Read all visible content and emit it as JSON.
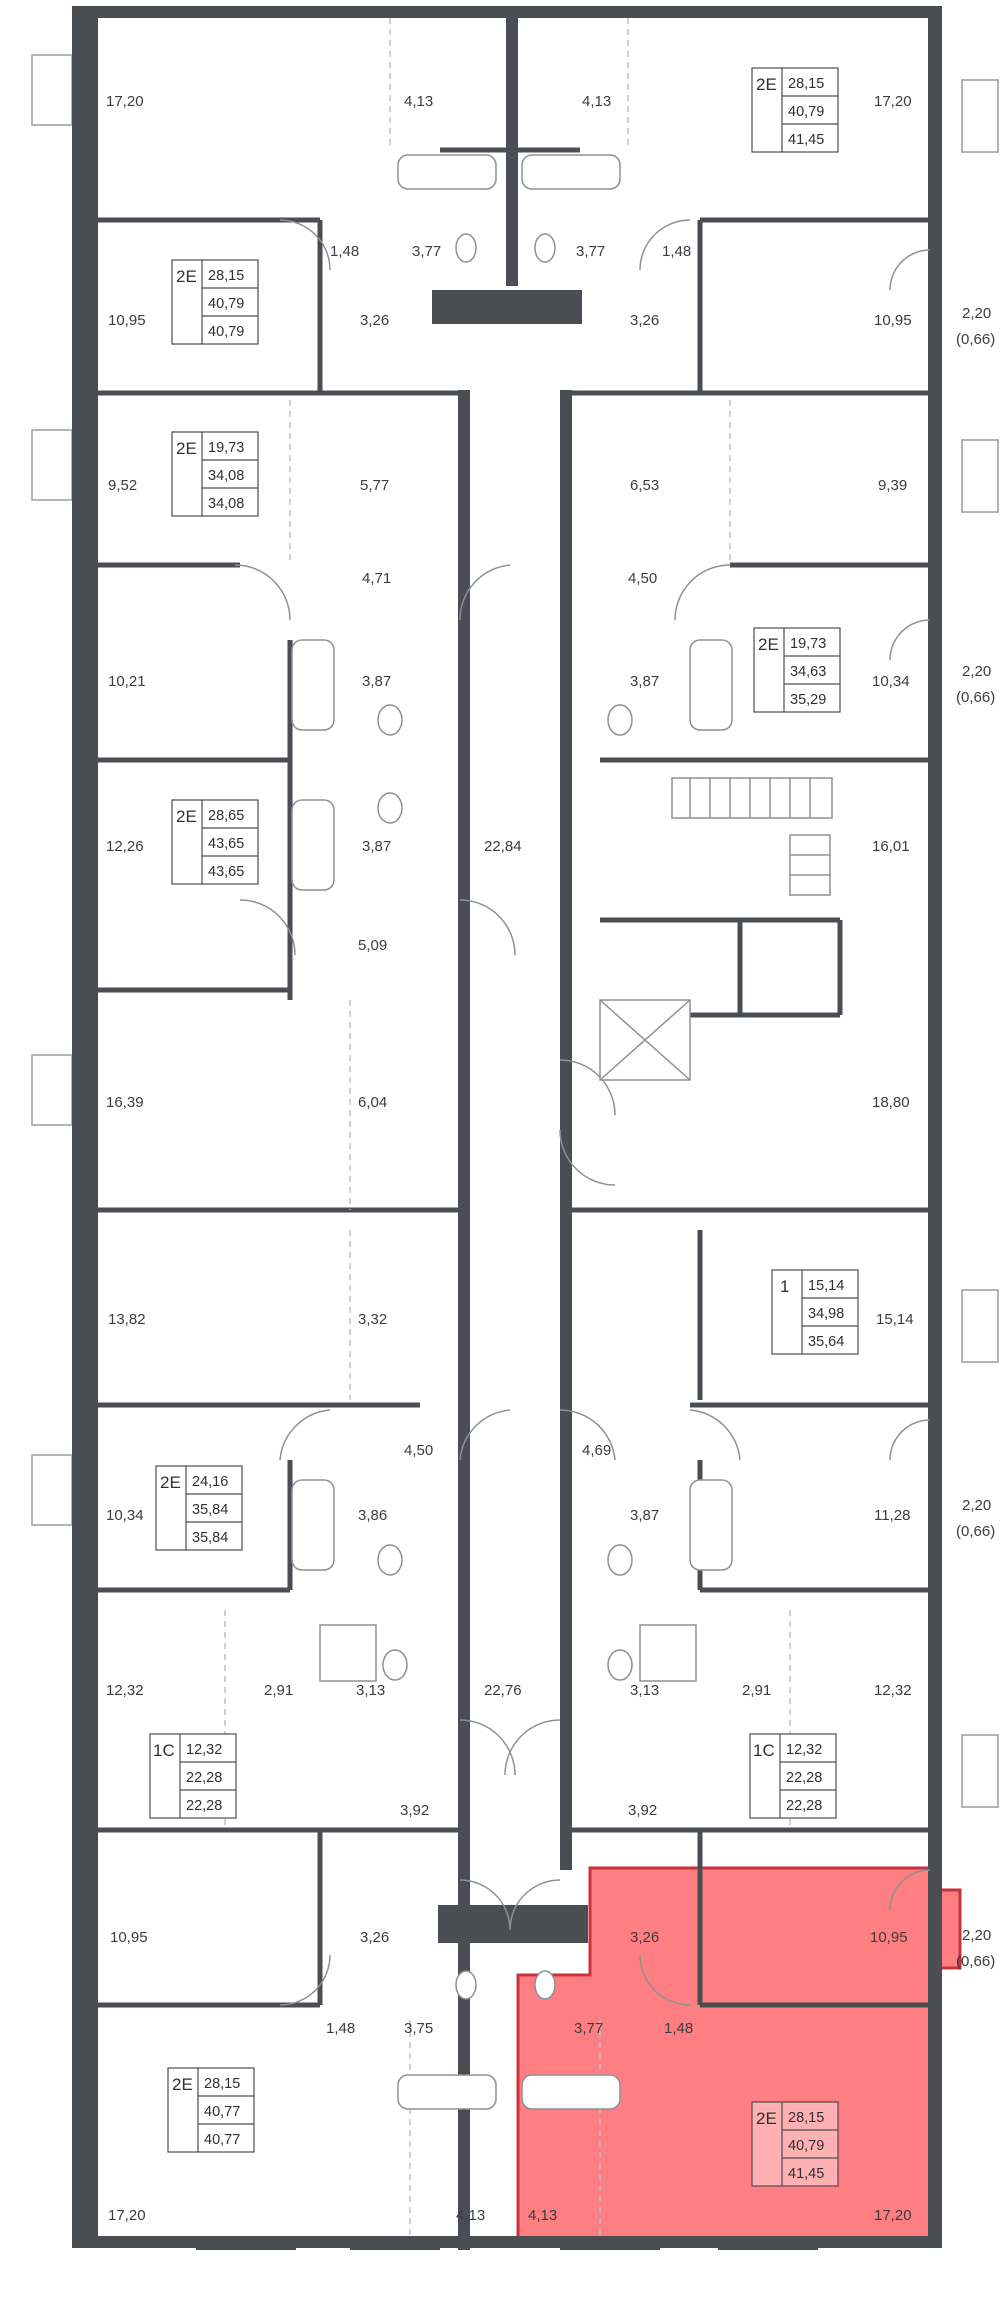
{
  "colors": {
    "wall": "#4a4d52",
    "highlight": "#ff5a5f",
    "highlight_edge": "#c8323a",
    "background": "#ffffff"
  },
  "highlighted_unit": "2E 28,15 / 40,79 / 41,45 (bottom right)",
  "unit_tags": [
    {
      "id": "tag-top-right",
      "type": "2Е",
      "values": [
        "28,15",
        "40,79",
        "41,45"
      ]
    },
    {
      "id": "tag-upper-left",
      "type": "2Е",
      "values": [
        "28,15",
        "40,79",
        "40,79"
      ]
    },
    {
      "id": "tag-left-2",
      "type": "2Е",
      "values": [
        "19,73",
        "34,08",
        "34,08"
      ]
    },
    {
      "id": "tag-right-2",
      "type": "2Е",
      "values": [
        "19,73",
        "34,63",
        "35,29"
      ]
    },
    {
      "id": "tag-left-3",
      "type": "2Е",
      "values": [
        "28,65",
        "43,65",
        "43,65"
      ]
    },
    {
      "id": "tag-right-1",
      "type": "1",
      "values": [
        "15,14",
        "34,98",
        "35,64"
      ]
    },
    {
      "id": "tag-left-4",
      "type": "2Е",
      "values": [
        "24,16",
        "35,84",
        "35,84"
      ]
    },
    {
      "id": "tag-left-studio",
      "type": "1С",
      "values": [
        "12,32",
        "22,28",
        "22,28"
      ]
    },
    {
      "id": "tag-right-studio",
      "type": "1С",
      "values": [
        "12,32",
        "22,28",
        "22,28"
      ]
    },
    {
      "id": "tag-bottom-left",
      "type": "2Е",
      "values": [
        "28,15",
        "40,77",
        "40,77"
      ]
    },
    {
      "id": "tag-bottom-right",
      "type": "2Е",
      "values": [
        "28,15",
        "40,79",
        "41,45"
      ]
    }
  ],
  "room_areas": [
    {
      "id": "a1",
      "text": "17,20"
    },
    {
      "id": "a2",
      "text": "4,13"
    },
    {
      "id": "a3",
      "text": "4,13"
    },
    {
      "id": "a4",
      "text": "17,20"
    },
    {
      "id": "a5",
      "text": "1,48"
    },
    {
      "id": "a6",
      "text": "3,77"
    },
    {
      "id": "a7",
      "text": "3,77"
    },
    {
      "id": "a8",
      "text": "1,48"
    },
    {
      "id": "a9",
      "text": "10,95"
    },
    {
      "id": "a10",
      "text": "3,26"
    },
    {
      "id": "a11",
      "text": "3,26"
    },
    {
      "id": "a12",
      "text": "10,95"
    },
    {
      "id": "a13",
      "text": "2,20"
    },
    {
      "id": "a14",
      "text": "(0,66)"
    },
    {
      "id": "a15",
      "text": "9,52"
    },
    {
      "id": "a16",
      "text": "5,77"
    },
    {
      "id": "a17",
      "text": "6,53"
    },
    {
      "id": "a18",
      "text": "9,39"
    },
    {
      "id": "a19",
      "text": "4,71"
    },
    {
      "id": "a20",
      "text": "4,50"
    },
    {
      "id": "a21",
      "text": "10,21"
    },
    {
      "id": "a22",
      "text": "3,87"
    },
    {
      "id": "a23",
      "text": "3,87"
    },
    {
      "id": "a24",
      "text": "10,34"
    },
    {
      "id": "a25",
      "text": "2,20"
    },
    {
      "id": "a26",
      "text": "(0,66)"
    },
    {
      "id": "a27",
      "text": "12,26"
    },
    {
      "id": "a28",
      "text": "3,87"
    },
    {
      "id": "a29",
      "text": "22,84"
    },
    {
      "id": "a30",
      "text": "16,01"
    },
    {
      "id": "a31",
      "text": "5,09"
    },
    {
      "id": "a32",
      "text": "16,39"
    },
    {
      "id": "a33",
      "text": "6,04"
    },
    {
      "id": "a34",
      "text": "18,80"
    },
    {
      "id": "a35",
      "text": "13,82"
    },
    {
      "id": "a36",
      "text": "3,32"
    },
    {
      "id": "a37",
      "text": "15,14"
    },
    {
      "id": "a38",
      "text": "4,50"
    },
    {
      "id": "a39",
      "text": "4,69"
    },
    {
      "id": "a40",
      "text": "10,34"
    },
    {
      "id": "a41",
      "text": "3,86"
    },
    {
      "id": "a42",
      "text": "3,87"
    },
    {
      "id": "a43",
      "text": "11,28"
    },
    {
      "id": "a44",
      "text": "2,20"
    },
    {
      "id": "a45",
      "text": "(0,66)"
    },
    {
      "id": "a46",
      "text": "12,32"
    },
    {
      "id": "a47",
      "text": "2,91"
    },
    {
      "id": "a48",
      "text": "3,13"
    },
    {
      "id": "a49",
      "text": "22,76"
    },
    {
      "id": "a50",
      "text": "3,13"
    },
    {
      "id": "a51",
      "text": "2,91"
    },
    {
      "id": "a52",
      "text": "12,32"
    },
    {
      "id": "a53",
      "text": "3,92"
    },
    {
      "id": "a54",
      "text": "3,92"
    },
    {
      "id": "a55",
      "text": "10,95"
    },
    {
      "id": "a56",
      "text": "3,26"
    },
    {
      "id": "a57",
      "text": "3,26"
    },
    {
      "id": "a58",
      "text": "10,95"
    },
    {
      "id": "a59",
      "text": "2,20"
    },
    {
      "id": "a60",
      "text": "(0,66)"
    },
    {
      "id": "a61",
      "text": "1,48"
    },
    {
      "id": "a62",
      "text": "3,75"
    },
    {
      "id": "a63",
      "text": "3,77"
    },
    {
      "id": "a64",
      "text": "1,48"
    },
    {
      "id": "a65",
      "text": "17,20"
    },
    {
      "id": "a66",
      "text": "4,13"
    },
    {
      "id": "a67",
      "text": "4,13"
    },
    {
      "id": "a68",
      "text": "17,20"
    }
  ]
}
